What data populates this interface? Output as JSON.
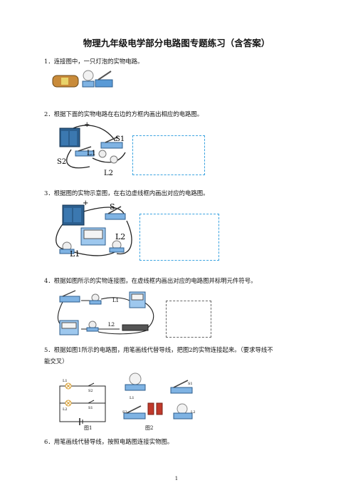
{
  "doc": {
    "title": "物理九年级电学部分电路图专题练习（含答案）",
    "page_number": "1"
  },
  "questions": [
    {
      "num": "1．",
      "text": "连接图中，一只灯泡的实物电路。"
    },
    {
      "num": "2．",
      "text": "根据下面的实物电路在右边的方框内画出相应的电路图。"
    },
    {
      "num": "3．",
      "text": "根据图的实物示意图，在右边虚线框内画出对应的电路图。"
    },
    {
      "num": "4．",
      "text": "根据如图所示的实物连接图，在虚线框内画出对应的电路图并标明元件符号。"
    },
    {
      "num": "5．",
      "text": "根据如图1所示的电路图，用笔画线代替导线，把图2的实物连接起来。（要求导线不",
      "text2": "能交叉）"
    },
    {
      "num": "6．",
      "text": "用笔画线代替导线，按照电路图连接实物图。"
    }
  ],
  "labels": {
    "q2": {
      "s1": "S1",
      "s2": "S2",
      "l1": "L1",
      "l2": "L2"
    },
    "q3": {
      "s": "S",
      "l1": "L1",
      "l2": "L2"
    },
    "q4": {
      "l1": "L1",
      "l2": "L2"
    },
    "q5": {
      "fig1": "图1",
      "fig2": "图2",
      "l1": "L1",
      "l2": "L2",
      "s1": "S1",
      "s2": "S2"
    }
  }
}
